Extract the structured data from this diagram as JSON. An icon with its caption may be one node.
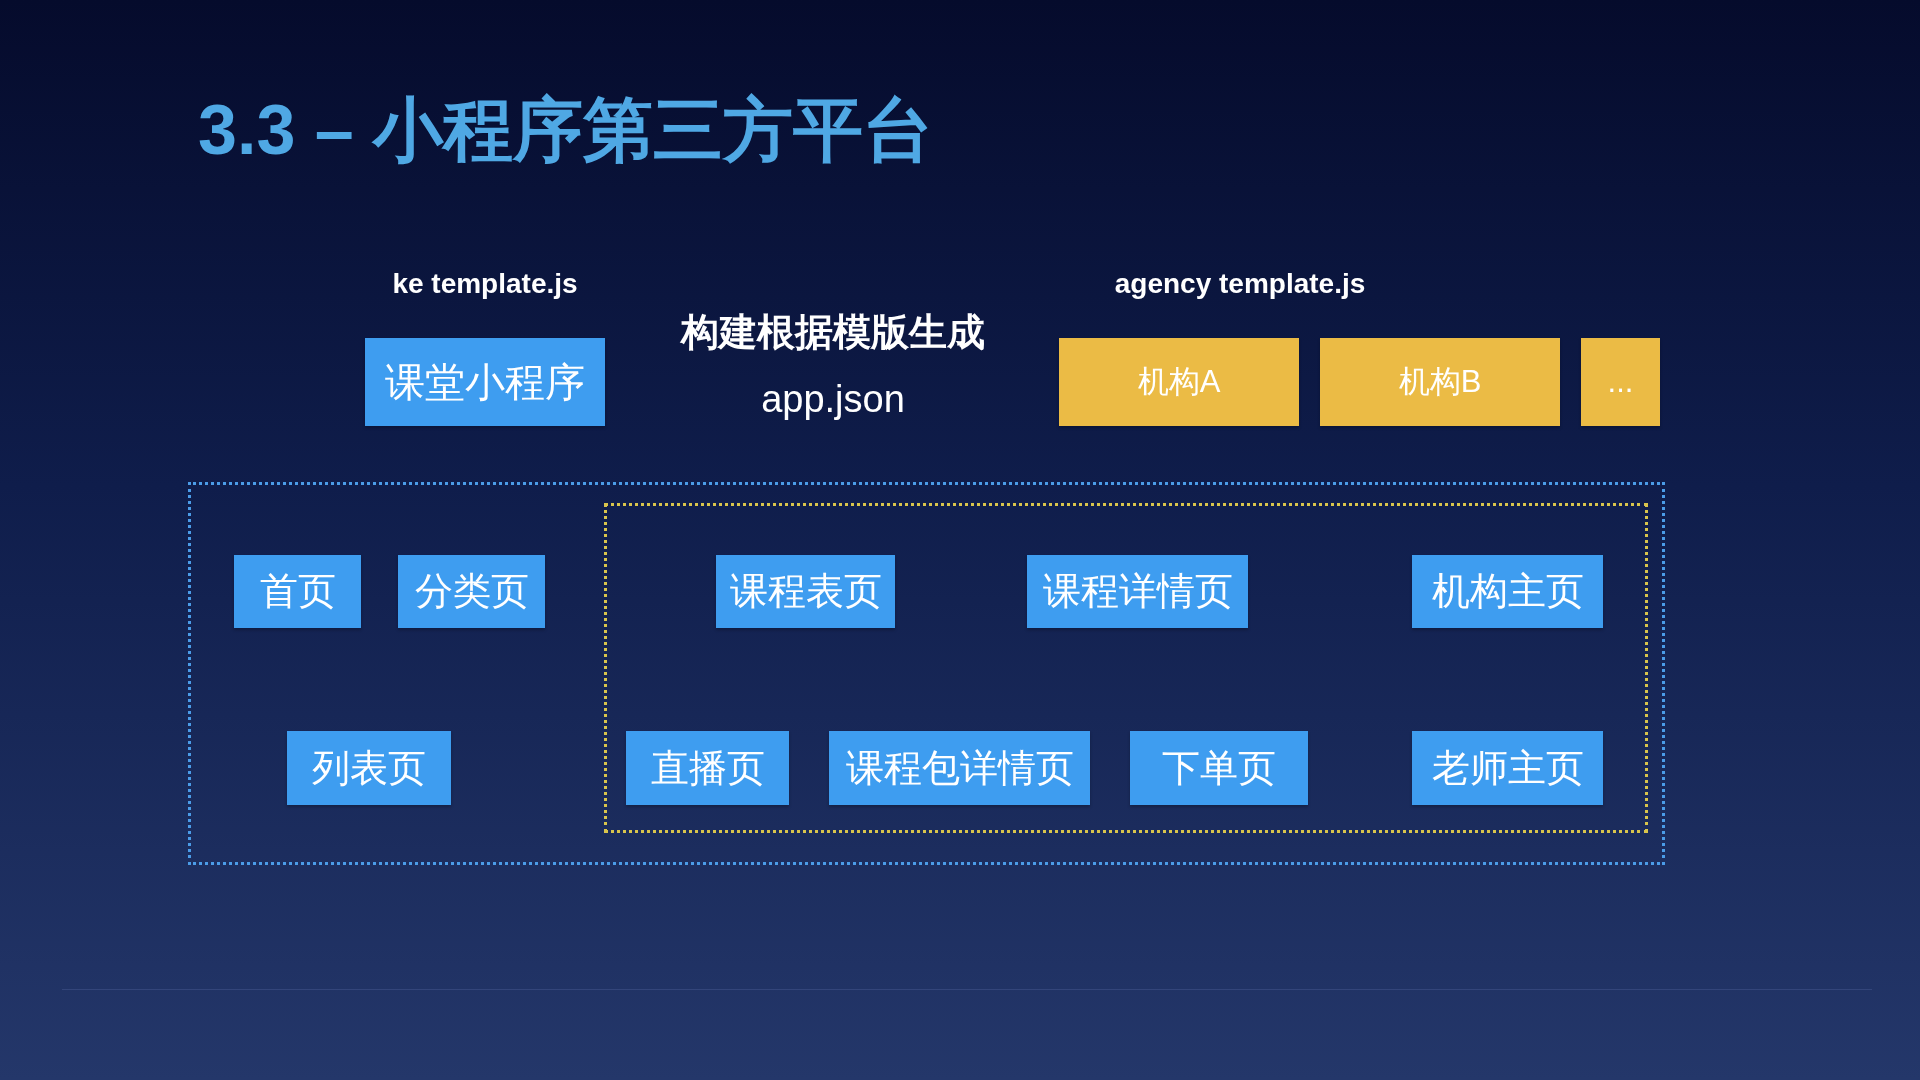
{
  "diagram": {
    "title": "3.3 – 小程序第三方平台",
    "nodes": [
      {
        "text": [
          "课堂小程序"
        ]
      },
      {
        "text": [
          "机构A"
        ]
      },
      {
        "text": [
          "机构B"
        ]
      },
      {
        "text": [
          "..."
        ]
      },
      {
        "text": [],
        "shape": "box"
      },
      {
        "text": [
          "首页"
        ],
        "in": 4
      },
      {
        "text": [
          "分类页"
        ],
        "in": 4
      },
      {
        "text": [
          "列表页"
        ],
        "in": 4
      },
      {
        "text": [],
        "shape": "box",
        "in": 4
      },
      {
        "text": [
          "课程表页"
        ],
        "in": 8
      },
      {
        "text": [
          "课程详情页"
        ],
        "in": 8
      },
      {
        "text": [
          "机构主页"
        ],
        "in": 8
      },
      {
        "text": [
          "直播页"
        ],
        "in": 8
      },
      {
        "text": [
          "课程包详情页"
        ],
        "in": 8
      },
      {
        "text": [
          "下单页"
        ],
        "in": 8
      },
      {
        "text": [
          "老师主页"
        ],
        "in": 8
      }
    ],
    "labels": [
      "ke template.js",
      "agency template.js",
      "构建根据模版生成",
      "app.json"
    ]
  }
}
